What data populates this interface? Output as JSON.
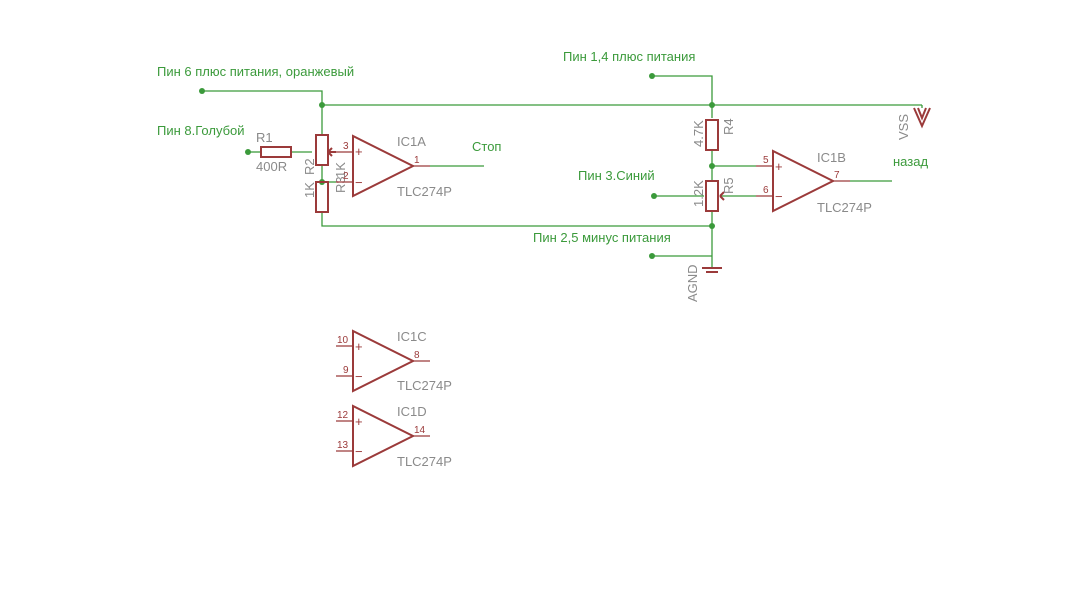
{
  "nets": {
    "pin6": "Пин 6 плюс питания, оранжевый",
    "pin8": "Пин 8.Голубой",
    "pin14": "Пин 1,4 плюс питания",
    "pin3": "Пин 3.Синий",
    "pin25": "Пин 2,5 минус питания",
    "stop": "Стоп",
    "back": "назад"
  },
  "power": {
    "vss": "VSS",
    "agnd": "AGND"
  },
  "components": {
    "r1": {
      "name": "R1",
      "value": "400R"
    },
    "r2": {
      "name": "R2",
      "value": "1K"
    },
    "r3": {
      "name": "R3",
      "value": "1K"
    },
    "r4": {
      "name": "R4",
      "value": "4.7K"
    },
    "r5": {
      "name": "R5",
      "value": "1.2K"
    },
    "ic1a": {
      "name": "IC1A",
      "type": "TLC274P",
      "in_plus": "3",
      "in_minus": "2",
      "out": "1"
    },
    "ic1b": {
      "name": "IC1B",
      "type": "TLC274P",
      "in_plus": "5",
      "in_minus": "6",
      "out": "7"
    },
    "ic1c": {
      "name": "IC1C",
      "type": "TLC274P",
      "in_plus": "10",
      "in_minus": "9",
      "out": "8"
    },
    "ic1d": {
      "name": "IC1D",
      "type": "TLC274P",
      "in_plus": "12",
      "in_minus": "13",
      "out": "14"
    }
  },
  "signs": {
    "plus": "+",
    "minus": "−"
  },
  "colors": {
    "wire": "#3b9a3b",
    "part": "#9b3a3a",
    "label": "#8a8a8a"
  }
}
